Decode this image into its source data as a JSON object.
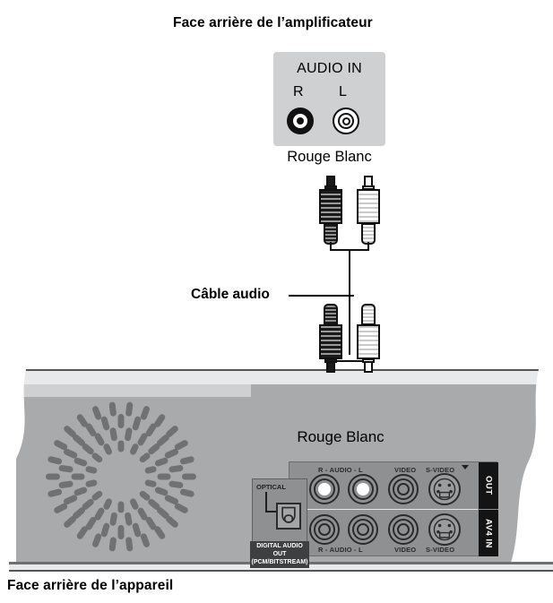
{
  "headings": {
    "amplifier": "Face arrière de l’amplificateur",
    "device": "Face arrière de l’appareil"
  },
  "cable": {
    "label": "Câble audio"
  },
  "amplifier_panel": {
    "audio_in": "AUDIO IN",
    "right_channel": "R",
    "left_channel": "L",
    "color_legend": "Rouge Blanc",
    "jack_red_name": "red-rca-jack",
    "jack_white_name": "white-rca-jack"
  },
  "device_panel": {
    "color_legend": "Rouge Blanc",
    "optical_label": "OPTICAL",
    "digital_audio_out_line1": "DIGITAL AUDIO OUT",
    "digital_audio_out_line2": "(PCM/BITSTREAM)",
    "out_row": {
      "side_label": "OUT",
      "audio_label": "R - AUDIO - L",
      "video_label": "VIDEO",
      "svideo_label": "S-VIDEO"
    },
    "in_row": {
      "side_label": "AV4 IN",
      "audio_label": "R - AUDIO - L",
      "video_label": "VIDEO",
      "svideo_label": "S-VIDEO"
    }
  },
  "colors": {
    "panel_gray": "#cfd0d2",
    "device_gray": "#a9aaac",
    "terminal_gray": "#8e9092",
    "sidebar_black": "#141414",
    "ink": "#111111"
  }
}
